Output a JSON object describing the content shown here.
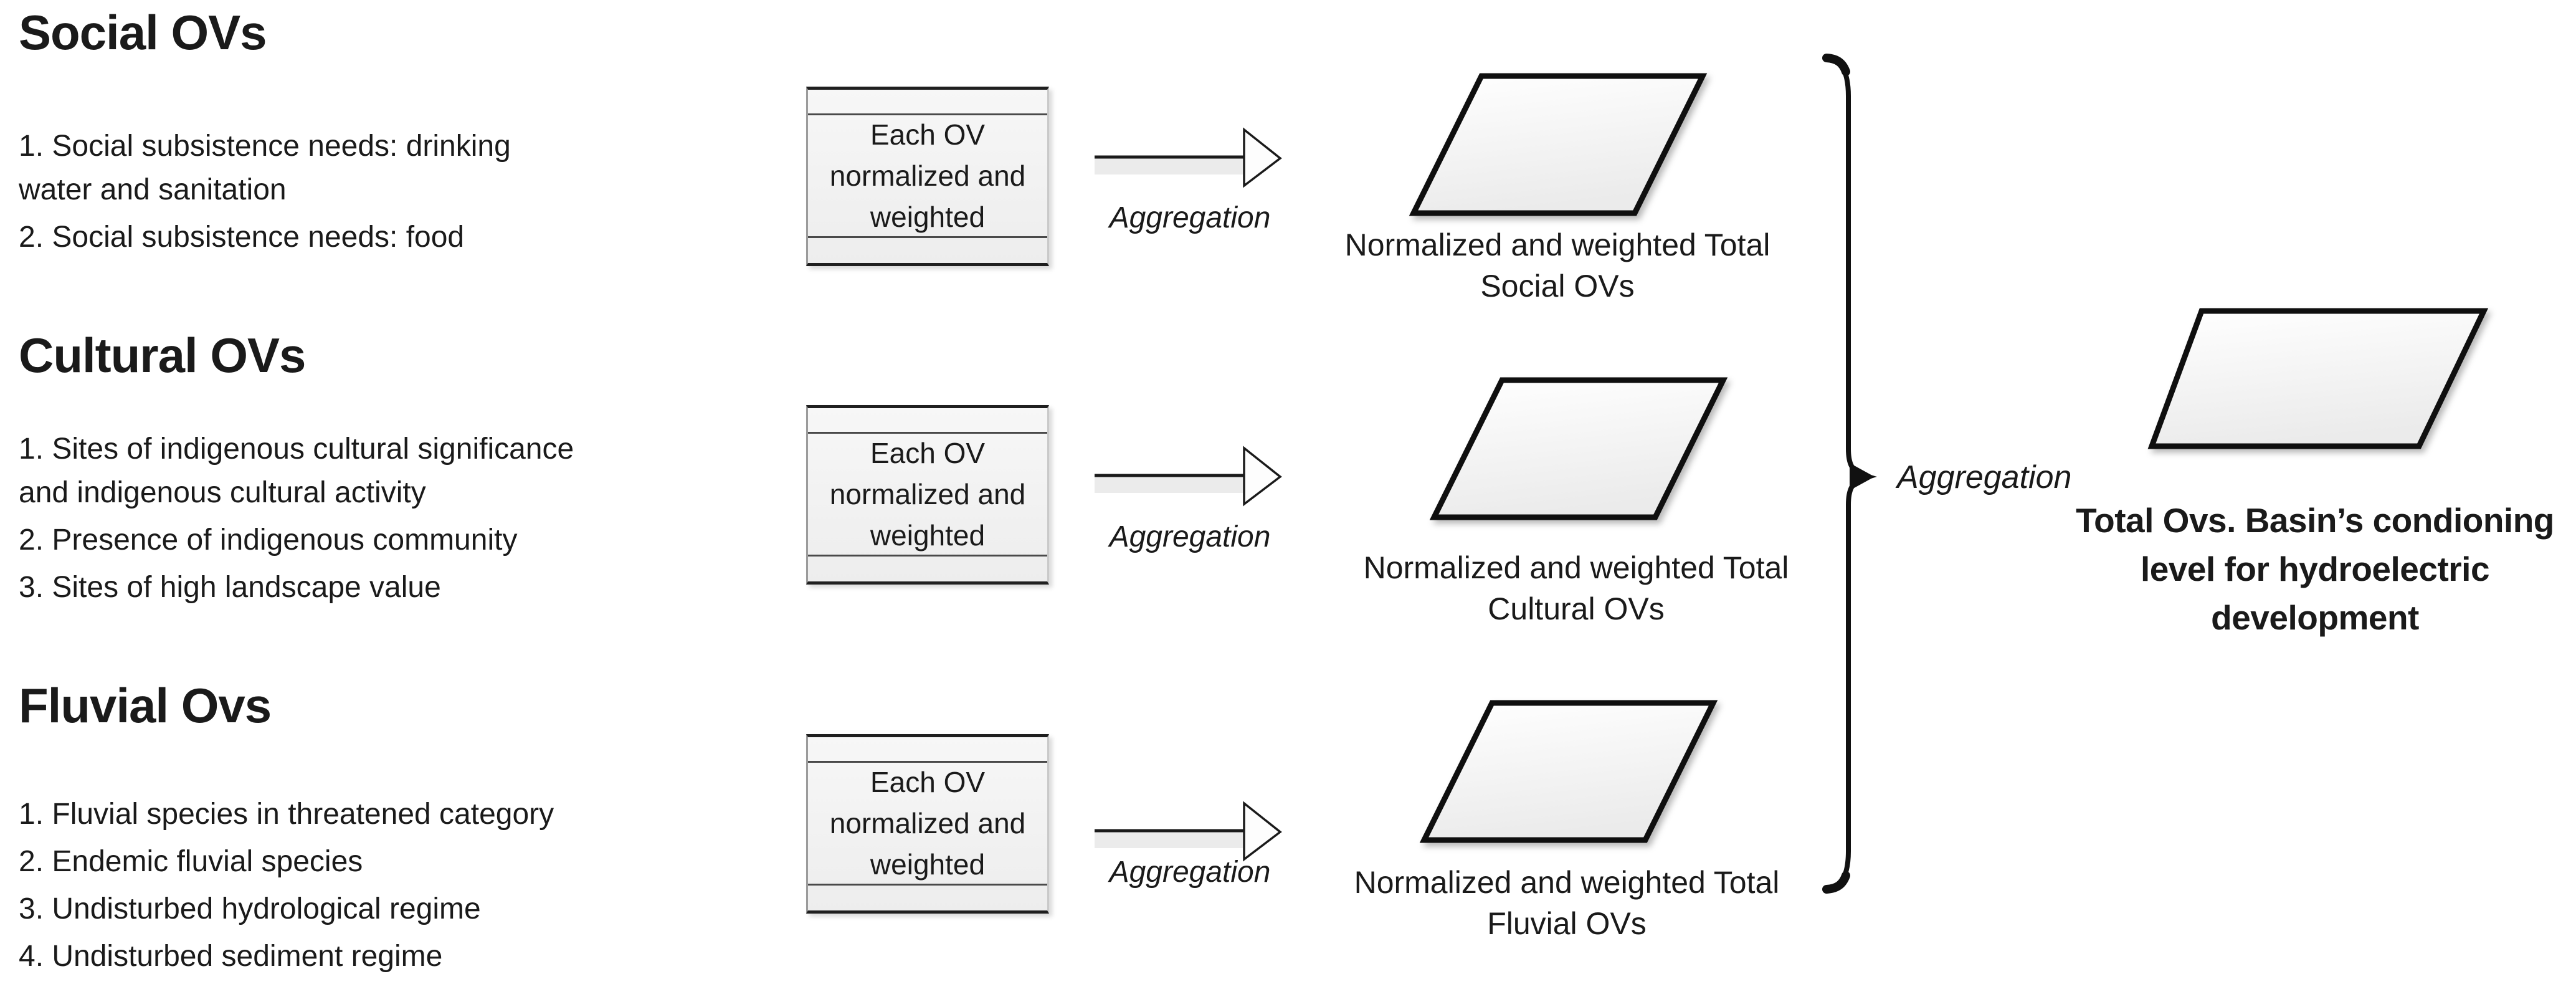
{
  "colors": {
    "page_bg": "#ffffff",
    "ink": "#1a1a1a",
    "shape_outline": "#0f0f0f",
    "arrow_body": "#ebebeb"
  },
  "left_panel": {
    "sections": [
      {
        "heading": "Social OVs",
        "items": [
          "1. Social subsistence needs: drinking\nwater and sanitation",
          "2. Social subsistence needs: food"
        ]
      },
      {
        "heading": "Cultural OVs",
        "items": [
          "1. Sites of indigenous cultural significance\nand indigenous cultural activity",
          "2. Presence of indigenous community",
          "3. Sites of high landscape value"
        ]
      },
      {
        "heading": "Fluvial Ovs",
        "items": [
          "1. Fluvial species in threatened category",
          "2. Endemic fluvial species",
          "3. Undisturbed hydrological regime",
          "4. Undisturbed sediment regime"
        ]
      }
    ]
  },
  "pipeline": {
    "rows": [
      {
        "box_label": "Each OV\nnormalized and\nweighted",
        "arrow_label": "Aggregation",
        "output_caption": "Normalized and weighted Total\nSocial OVs"
      },
      {
        "box_label": "Each OV\nnormalized and\nweighted",
        "arrow_label": "Aggregation",
        "output_caption": "Normalized and weighted Total\nCultural OVs"
      },
      {
        "box_label": "Each OV\nnormalized and\nweighted",
        "arrow_label": "Aggregation",
        "output_caption": "Normalized and weighted Total\nFluvial OVs"
      }
    ]
  },
  "aggregate": {
    "label": "Aggregation",
    "final_caption": "Total Ovs. Basin’s condioning\nlevel for hydroelectric\ndevelopment"
  }
}
